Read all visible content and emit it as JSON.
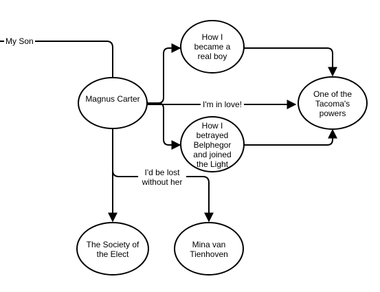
{
  "nodes": {
    "magnus": "Magnus Carter",
    "real_boy": [
      "How I",
      "became a",
      "real boy"
    ],
    "tacoma": [
      "One of the",
      "Tacoma's",
      "powers"
    ],
    "betrayed": [
      "How I",
      "betrayed",
      "Belphegor",
      "and joined",
      "the Light"
    ],
    "society": [
      "The Society of",
      "the Elect"
    ],
    "mina": [
      "Mina van",
      "Tienhoven"
    ]
  },
  "edges": {
    "my_son": "My Son",
    "in_love": "I'm in love!",
    "lost": [
      "I'd be lost",
      "without her"
    ]
  }
}
